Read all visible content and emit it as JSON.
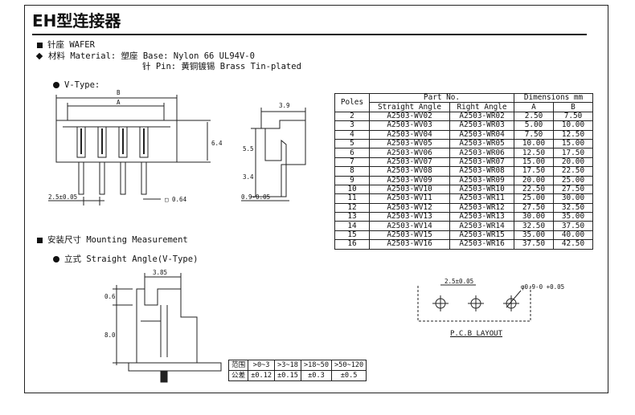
{
  "title": "EH型连接器",
  "wafer_label": "针座 WAFER",
  "material_line": "材料 Material: 塑座 Base: Nylon 66 UL94V-0",
  "pin_line": "针 Pin: 黄铜镀锡 Brass Tin-plated",
  "vtype_label": "V-Type:",
  "mounting_label": "安装尺寸 Mounting Measurement",
  "straight_label": "立式 Straight Angle(V-Type)",
  "pcb_label": "P.C.B LAYOUT",
  "dims": {
    "B": "B",
    "A": "A",
    "d39": "3.9",
    "d64": "6.4",
    "d55": "5.5",
    "d34": "3.4",
    "pitch": "2.5±0.05",
    "pin_sq": "□ 0.64",
    "d09": "0.9-0.05",
    "d385": "3.85",
    "d06": "0.6",
    "d80": "8.0",
    "pcb_pitch": "2.5±0.05",
    "pcb_hole": "φ0.9-0 +0.05"
  },
  "table": {
    "header_poles": "Poles",
    "header_part": "Part No.",
    "header_dims": "Dimensions mm",
    "sub_straight": "Straight Angle",
    "sub_right": "Right Angle",
    "sub_a": "A",
    "sub_b": "B",
    "rows": [
      [
        "2",
        "A2503-WV02",
        "A2503-WR02",
        "2.50",
        "7.50"
      ],
      [
        "3",
        "A2503-WV03",
        "A2503-WR03",
        "5.00",
        "10.00"
      ],
      [
        "4",
        "A2503-WV04",
        "A2503-WR04",
        "7.50",
        "12.50"
      ],
      [
        "5",
        "A2503-WV05",
        "A2503-WR05",
        "10.00",
        "15.00"
      ],
      [
        "6",
        "A2503-WV06",
        "A2503-WR06",
        "12.50",
        "17.50"
      ],
      [
        "7",
        "A2503-WV07",
        "A2503-WR07",
        "15.00",
        "20.00"
      ],
      [
        "8",
        "A2503-WV08",
        "A2503-WR08",
        "17.50",
        "22.50"
      ],
      [
        "9",
        "A2503-WV09",
        "A2503-WR09",
        "20.00",
        "25.00"
      ],
      [
        "10",
        "A2503-WV10",
        "A2503-WR10",
        "22.50",
        "27.50"
      ],
      [
        "11",
        "A2503-WV11",
        "A2503-WR11",
        "25.00",
        "30.00"
      ],
      [
        "12",
        "A2503-WV12",
        "A2503-WR12",
        "27.50",
        "32.50"
      ],
      [
        "13",
        "A2503-WV13",
        "A2503-WR13",
        "30.00",
        "35.00"
      ],
      [
        "14",
        "A2503-WV14",
        "A2503-WR14",
        "32.50",
        "37.50"
      ],
      [
        "15",
        "A2503-WV15",
        "A2503-WR15",
        "35.00",
        "40.00"
      ],
      [
        "16",
        "A2503-WV16",
        "A2503-WR16",
        "37.50",
        "42.50"
      ]
    ]
  },
  "tolerance": {
    "row1": [
      "范围",
      ">0~3",
      ">3~18",
      ">18~50",
      ">50~120"
    ],
    "row2": [
      "公差",
      "±0.12",
      "±0.15",
      "±0.3",
      "±0.5"
    ]
  }
}
